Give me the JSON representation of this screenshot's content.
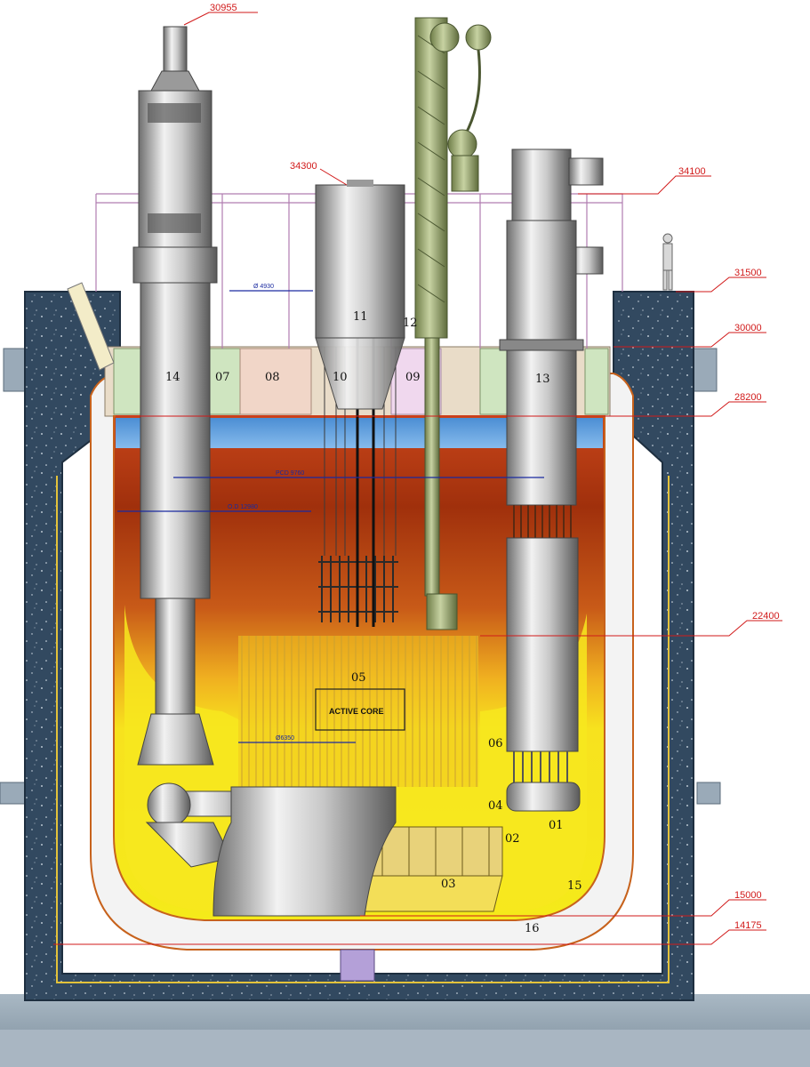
{
  "elevations": [
    "30955",
    "34300",
    "34100",
    "31500",
    "30000",
    "28200",
    "22400",
    "15000",
    "14175"
  ],
  "component_numbers": [
    "01",
    "02",
    "03",
    "04",
    "05",
    "06",
    "07",
    "08",
    "09",
    "10",
    "11",
    "12",
    "13",
    "14",
    "15",
    "16"
  ],
  "dimensions": {
    "d_4930": "Ø 4930",
    "pcd": "PCD 9760",
    "od": "O.D 12980",
    "d_6350": "Ø6350"
  },
  "core_label": "ACTIVE CORE",
  "colors": {
    "concrete": "#3a5068",
    "concrete_light": "#8fa3b3",
    "cover_gas": "#6aa4de",
    "hot_pool_top": "#b23a10",
    "cold_pool": "#f5ea1a",
    "leader_red": "#d11a1a",
    "dimension_blue": "#1a2aa0"
  }
}
